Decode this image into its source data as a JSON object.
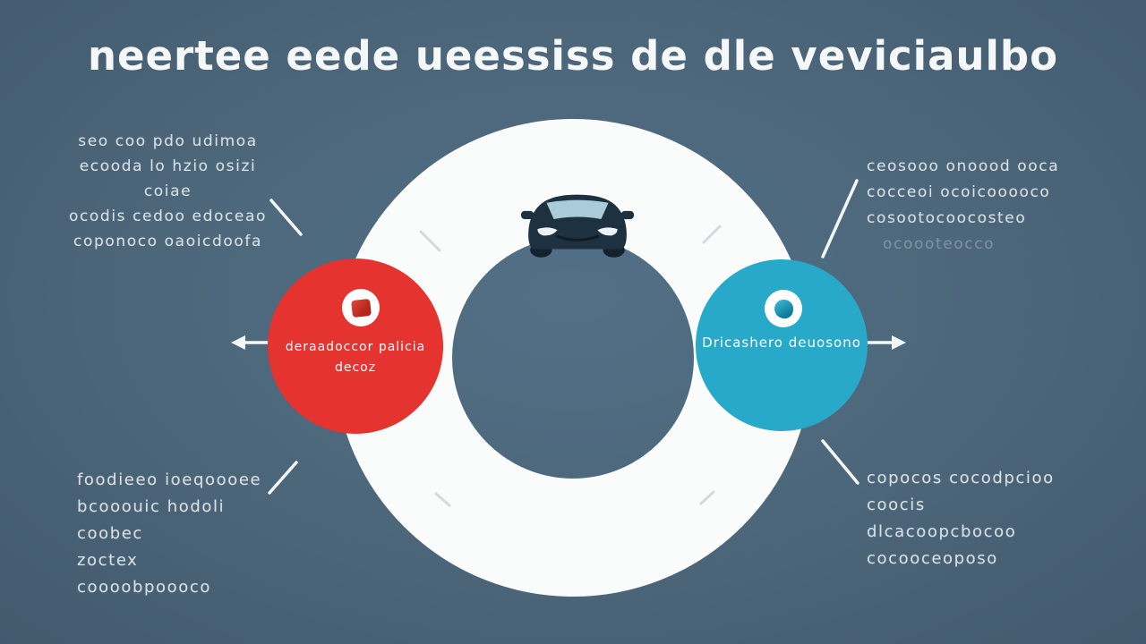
{
  "title": "neertee eede ueessiss de dle veviciaulbo",
  "colors": {
    "background": "#4c6579",
    "ring": "#fafbfb",
    "red_node": "#e5332f",
    "blue_node": "#28a9c9",
    "car_body": "#1d3140",
    "windshield": "#a9cbda",
    "caption_text": "#d6e0e5",
    "title_text": "#f4f8f9"
  },
  "center": {
    "ring_name": "road-ring",
    "car_icon": "car-front-icon"
  },
  "red_node": {
    "icon": "shield-badge-icon",
    "lines": [
      "deraadoccor",
      "palicia decoz"
    ]
  },
  "blue_node": {
    "icon": "globe-badge-icon",
    "lines": [
      "Dricashero",
      "deuosono"
    ]
  },
  "blocks": {
    "top_left": {
      "lines": [
        "seo coo pdo udimoa",
        "ecooda lo hzio osizi coiae",
        "ocodis cedoo edoceao",
        "coponoco oaoicdoofa"
      ]
    },
    "top_right": {
      "lines": [
        "ceosooo onoood ooca",
        "cocceoi ocoicooooco",
        "cosootocoocosteo",
        "ocoooteocco"
      ]
    },
    "bottom_left": {
      "lines": [
        "foodieeo ioeqoooee",
        "bcooouic hodoli coobec",
        "zoctex coooobpoooco"
      ]
    },
    "bottom_right": {
      "lines": [
        "copocos cocodpcioo",
        "coocis dlcacoopcbocoo",
        "cocooceoposo"
      ]
    }
  }
}
